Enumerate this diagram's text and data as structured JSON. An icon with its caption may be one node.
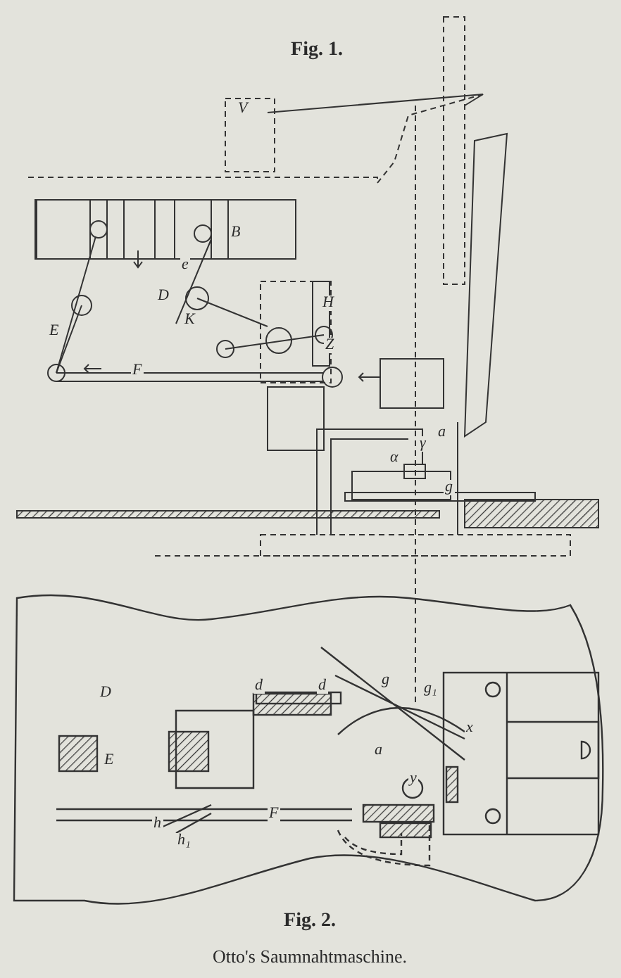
{
  "diagram": {
    "title": "Fig. 1.",
    "caption": "Otto's Saumnahtmaschine.",
    "labels": [
      "V",
      "B",
      "e",
      "D",
      "E",
      "F",
      "K",
      "H",
      "Z",
      "α",
      "a",
      "γ",
      "g",
      "Fig. 2.",
      "D",
      "d",
      "d",
      "g",
      "g₁",
      "x",
      "a",
      "y",
      "E",
      "F",
      "h",
      "h₁"
    ]
  }
}
